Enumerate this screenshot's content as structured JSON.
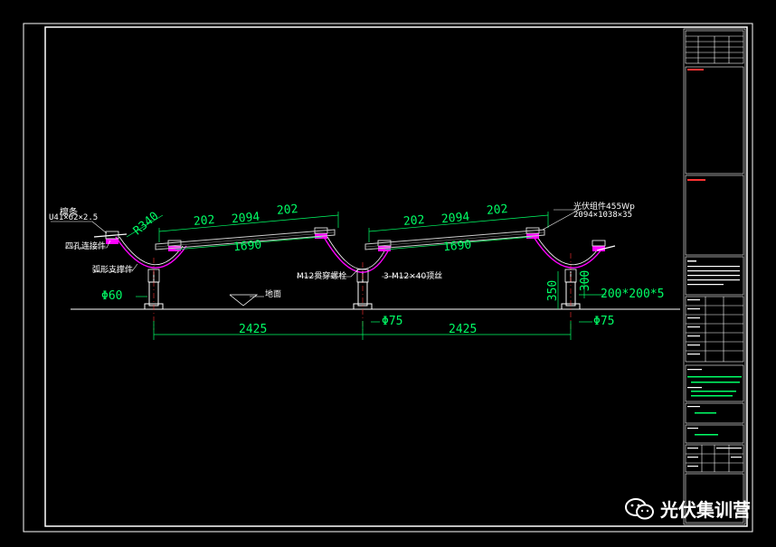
{
  "colors": {
    "background": "#000000",
    "frame": "#ffffff",
    "dimension": "#00ff66",
    "module": "#cccccc",
    "bracket": "#ff00ff",
    "highlight": "#ff3333",
    "post": "#ffffff",
    "text": "#ffffff"
  },
  "dimensions": {
    "panel_offset_1a": "202",
    "panel_length_1": "2094",
    "panel_offset_1b": "202",
    "panel_span_1": "1690",
    "panel_offset_2a": "202",
    "panel_length_2": "2094",
    "panel_offset_2b": "202",
    "panel_span_2": "1690",
    "radius": "R340",
    "pile_diameter_left": "Φ60",
    "pile_diameter_mid": "Φ75",
    "pile_diameter_right": "Φ75",
    "post_spacing_1": "2425",
    "post_spacing_2": "2425",
    "height_350": "350",
    "height_300": "300",
    "plate_size": "200*200*5"
  },
  "labels": {
    "purlin_title": "檩条",
    "purlin_spec": "U41×62×2.5",
    "four_hole_connector": "四孔连接件",
    "arc_bracket": "弧形支撑件",
    "ground": "地面",
    "bolt": "M12贯穿螺栓",
    "set_screw": "3-M12×40顶丝",
    "pv_module": "光伏组件455Wp",
    "pv_module_size": "2094×1038×35"
  },
  "watermark": {
    "icon": "wechat-icon",
    "text": "光伏集训营"
  }
}
